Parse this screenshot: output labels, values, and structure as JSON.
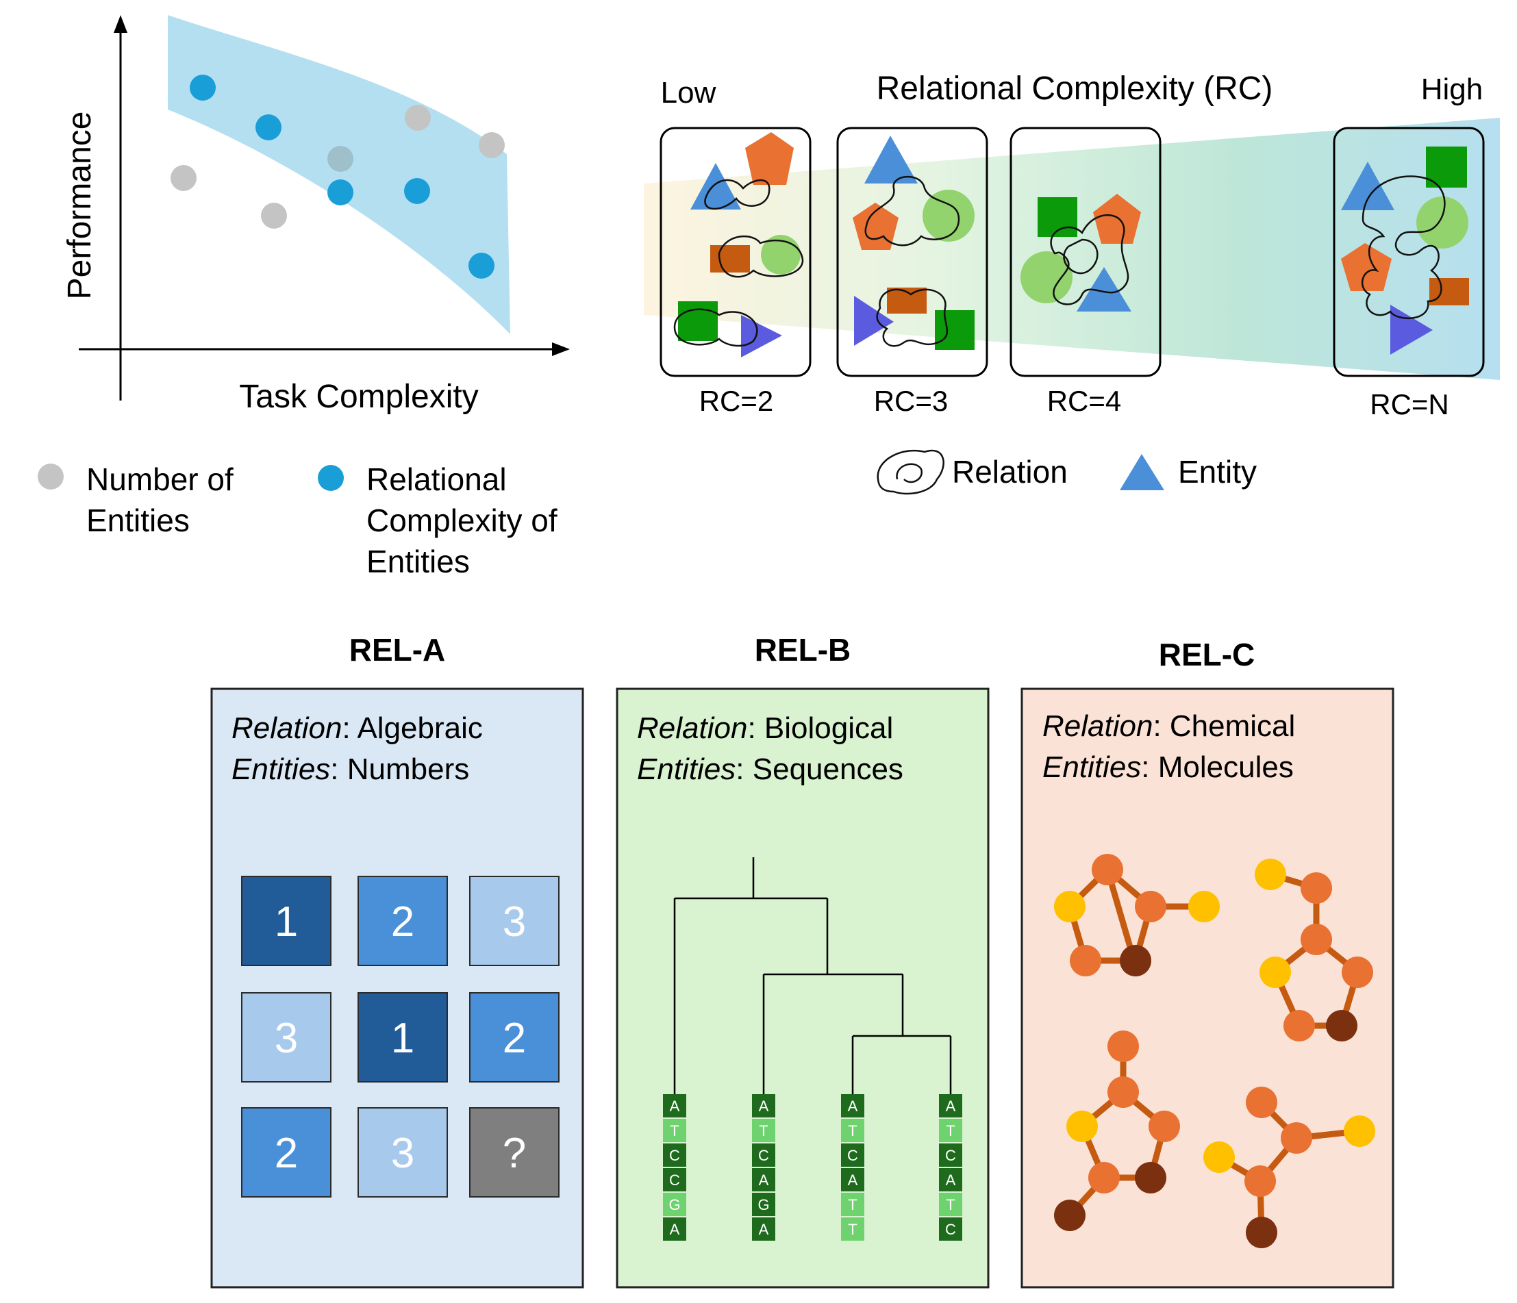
{
  "plot": {
    "ylabel": "Performance",
    "xlabel": "Task Complexity",
    "legend": [
      {
        "label_lines": [
          "Number of",
          "Entities"
        ],
        "color": "#c4c4c4"
      },
      {
        "label_lines": [
          "Relational",
          "Complexity of",
          "Entities"
        ],
        "color": "#1a9ed8"
      }
    ]
  },
  "rc": {
    "low": "Low",
    "title": "Relational Complexity (RC)",
    "high": "High",
    "panels": [
      "RC=2",
      "RC=3",
      "RC=4",
      "RC=N"
    ],
    "legend_relation": "Relation",
    "legend_entity": "Entity"
  },
  "rel": [
    {
      "title": "REL-A",
      "relation_key": "Relation",
      "relation_value": ": Algebraic",
      "entities_key": "Entities",
      "entities_value": ": Numbers",
      "bg": "#dae8f5"
    },
    {
      "title": "REL-B",
      "relation_key": "Relation",
      "relation_value": ": Biological",
      "entities_key": "Entities",
      "entities_value": ": Sequences",
      "bg": "#d9f2d0"
    },
    {
      "title": "REL-C",
      "relation_key": "Relation",
      "relation_value": ": Chemical",
      "entities_key": "Entities",
      "entities_value": ": Molecules",
      "bg": "#fbe2d6"
    }
  ],
  "matrix": [
    [
      {
        "text": "1",
        "color": "#215c98"
      },
      {
        "text": "2",
        "color": "#4a90d9"
      },
      {
        "text": "3",
        "color": "#a6c9ec"
      }
    ],
    [
      {
        "text": "3",
        "color": "#a6c9ec"
      },
      {
        "text": "1",
        "color": "#215c98"
      },
      {
        "text": "2",
        "color": "#4a90d9"
      }
    ],
    [
      {
        "text": "2",
        "color": "#4a90d9"
      },
      {
        "text": "3",
        "color": "#a6c9ec"
      },
      {
        "text": "?",
        "color": "#7f7f7f"
      }
    ]
  ],
  "sequences": [
    [
      "A",
      "T",
      "C",
      "C",
      "G",
      "A"
    ],
    [
      "A",
      "T",
      "C",
      "A",
      "G",
      "A"
    ],
    [
      "A",
      "T",
      "C",
      "A",
      "T",
      "T"
    ],
    [
      "A",
      "T",
      "C",
      "A",
      "T",
      "C"
    ]
  ],
  "colors": {
    "band": "#b3dff0",
    "rel_box_border": "#222222",
    "nucleotide_dark": "#1e6b1e",
    "nucleotide_light": "#6ed36e",
    "atom_yellow": "#ffc000",
    "atom_orange": "#e97132",
    "atom_brown": "#7b3010",
    "bond": "#c55a11"
  }
}
